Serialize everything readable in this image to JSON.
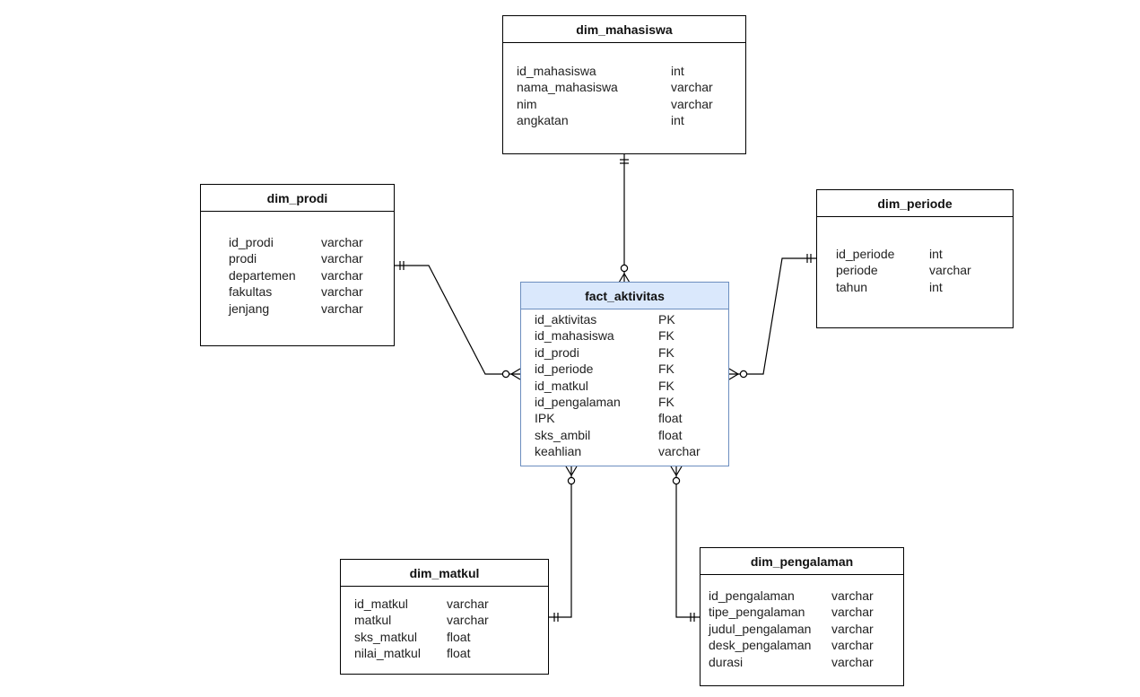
{
  "entities": {
    "dim_mahasiswa": {
      "title": "dim_mahasiswa",
      "columns": [
        {
          "name": "id_mahasiswa",
          "type": "int"
        },
        {
          "name": "nama_mahasiswa",
          "type": "varchar"
        },
        {
          "name": "nim",
          "type": "varchar"
        },
        {
          "name": "angkatan",
          "type": "int"
        }
      ]
    },
    "dim_prodi": {
      "title": "dim_prodi",
      "columns": [
        {
          "name": "id_prodi",
          "type": "varchar"
        },
        {
          "name": "prodi",
          "type": "varchar"
        },
        {
          "name": "departemen",
          "type": "varchar"
        },
        {
          "name": "fakultas",
          "type": "varchar"
        },
        {
          "name": "jenjang",
          "type": "varchar"
        }
      ]
    },
    "dim_periode": {
      "title": "dim_periode",
      "columns": [
        {
          "name": "id_periode",
          "type": "int"
        },
        {
          "name": "periode",
          "type": "varchar"
        },
        {
          "name": "tahun",
          "type": "int"
        }
      ]
    },
    "fact_aktivitas": {
      "title": "fact_aktivitas",
      "columns": [
        {
          "name": "id_aktivitas",
          "type": "PK"
        },
        {
          "name": "id_mahasiswa",
          "type": "FK"
        },
        {
          "name": "id_prodi",
          "type": "FK"
        },
        {
          "name": "id_periode",
          "type": "FK"
        },
        {
          "name": "id_matkul",
          "type": "FK"
        },
        {
          "name": "id_pengalaman",
          "type": "FK"
        },
        {
          "name": "IPK",
          "type": "float"
        },
        {
          "name": "sks_ambil",
          "type": "float"
        },
        {
          "name": "keahlian",
          "type": "varchar"
        }
      ]
    },
    "dim_matkul": {
      "title": "dim_matkul",
      "columns": [
        {
          "name": "id_matkul",
          "type": "varchar"
        },
        {
          "name": "matkul",
          "type": "varchar"
        },
        {
          "name": "sks_matkul",
          "type": "float"
        },
        {
          "name": "nilai_matkul",
          "type": "float"
        }
      ]
    },
    "dim_pengalaman": {
      "title": "dim_pengalaman",
      "columns": [
        {
          "name": "id_pengalaman",
          "type": "varchar"
        },
        {
          "name": "tipe_pengalaman",
          "type": "varchar"
        },
        {
          "name": "judul_pengalaman",
          "type": "varchar"
        },
        {
          "name": "desk_pengalaman",
          "type": "varchar"
        },
        {
          "name": "durasi",
          "type": "varchar"
        }
      ]
    }
  },
  "relationships": [
    {
      "from": "dim_mahasiswa",
      "to": "fact_aktivitas",
      "from_cardinality": "one-mandatory",
      "to_cardinality": "zero-or-many"
    },
    {
      "from": "dim_prodi",
      "to": "fact_aktivitas",
      "from_cardinality": "one-mandatory",
      "to_cardinality": "zero-or-many"
    },
    {
      "from": "dim_periode",
      "to": "fact_aktivitas",
      "from_cardinality": "one-mandatory",
      "to_cardinality": "zero-or-many"
    },
    {
      "from": "dim_matkul",
      "to": "fact_aktivitas",
      "from_cardinality": "one-mandatory",
      "to_cardinality": "zero-or-many"
    },
    {
      "from": "dim_pengalaman",
      "to": "fact_aktivitas",
      "from_cardinality": "one-mandatory",
      "to_cardinality": "zero-or-many"
    }
  ],
  "colors": {
    "line": "#000000",
    "fact_header": "#dae8fc",
    "fact_border": "#6c8ebf"
  }
}
